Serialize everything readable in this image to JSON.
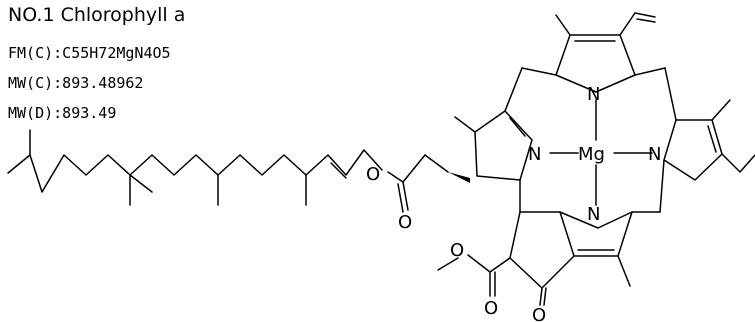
{
  "header": {
    "title": "NO.1 Chlorophyll a",
    "formula_line": "FM(C):C55H72MgN4O5",
    "mw_calc_line": "MW(C):893.48962",
    "mw_disp_line": "MW(D):893.49"
  },
  "structure": {
    "atoms": {
      "n_top": "N",
      "n_left": "N",
      "mg": "Mg",
      "n_right": "N",
      "n_bottom": "N",
      "o_ester": "O",
      "o_carbonyl": "O",
      "o_methoxy": "O",
      "o_methoxy_carbonyl": "O",
      "o_ketone": "O"
    }
  }
}
